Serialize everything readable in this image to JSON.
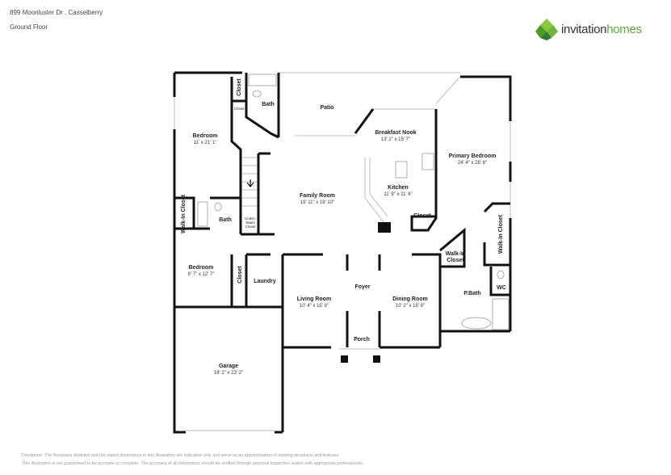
{
  "header": {
    "address": "899 Moonluster Dr , Casselberry",
    "floor": "Ground Floor"
  },
  "logo": {
    "text_main": "invitation",
    "text_accent": "homes",
    "brand_color": "#5aa83c"
  },
  "rooms": {
    "bedroom1": {
      "name": "Bedroom",
      "dims": "11' x 21' 1\""
    },
    "closet1": {
      "name": "Closet"
    },
    "closet_small": {
      "name": "Closet"
    },
    "bath1": {
      "name": "Bath"
    },
    "patio": {
      "name": "Patio"
    },
    "breakfast": {
      "name": "Breakfast Nook",
      "dims": "13' 2\" x 15' 7\""
    },
    "kitchen": {
      "name": "Kitchen",
      "dims": "11' 9\" x 11' 6\""
    },
    "primary": {
      "name": "Primary Bedroom",
      "dims": "24' 4\" x 28' 6\""
    },
    "family": {
      "name": "Family Room",
      "dims": "19' 11\" x 19' 10\""
    },
    "walkin1": {
      "name": "Walk-In Closet"
    },
    "bath2": {
      "name": "Bath"
    },
    "understairs": {
      "l1": "Under-",
      "l2": "Stairs",
      "l3": "Closet"
    },
    "closet_kitchen": {
      "name": "Closet"
    },
    "walkin2": {
      "name": "Walk-In Closet"
    },
    "walkin3": {
      "l1": "Walk-In",
      "l2": "Closet"
    },
    "bedroom2": {
      "name": "Bedroom",
      "dims": "9' 7\" x 12' 7\""
    },
    "closet2": {
      "name": "Closet"
    },
    "laundry": {
      "name": "Laundry"
    },
    "foyer": {
      "name": "Foyer"
    },
    "living": {
      "name": "Living Room",
      "dims": "10' 4\" x 15' 8\""
    },
    "dining": {
      "name": "Dining Room",
      "dims": "10' 2\" x 15' 8\""
    },
    "pbath": {
      "name": "P.Bath"
    },
    "wc": {
      "name": "WC"
    },
    "porch": {
      "name": "Porch"
    },
    "garage": {
      "name": "Garage",
      "dims": "18' 2\" x 23' 2\""
    }
  },
  "disclaimer": {
    "line1": "Disclaimer: The floorplans depicted and the stated dimensions in this illustration are indicative only and serve as an approximation of existing structures and features.",
    "line2": "This illustration is not guaranteed to be accurate or complete. The accuracy of all information should be verified through personal inspection and/or with appropriate professionals."
  }
}
